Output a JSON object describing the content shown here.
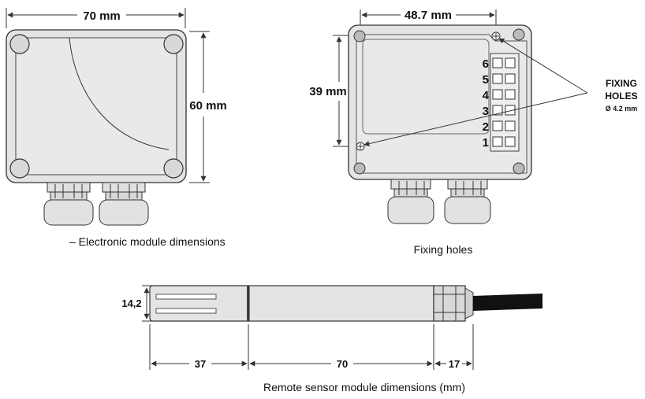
{
  "top_left": {
    "width_label": "70 mm",
    "height_label": "60 mm",
    "caption": "– Electronic module dimensions"
  },
  "top_right": {
    "width_label": "48.7 mm",
    "height_label": "39 mm",
    "terminal_numbers": [
      "6",
      "5",
      "4",
      "3",
      "2",
      "1"
    ],
    "fixing_label_line1": "FIXING",
    "fixing_label_line2": "HOLES",
    "fixing_label_line3": "Ø 4.2 mm",
    "caption": "Fixing holes"
  },
  "sensor": {
    "diameter_label": "14,2",
    "dim_a": "37",
    "dim_b": "70",
    "dim_c": "17",
    "caption": "Remote sensor module dimensions (mm)"
  },
  "colors": {
    "body_fill": "#e4e4e4",
    "stroke": "#333333"
  }
}
